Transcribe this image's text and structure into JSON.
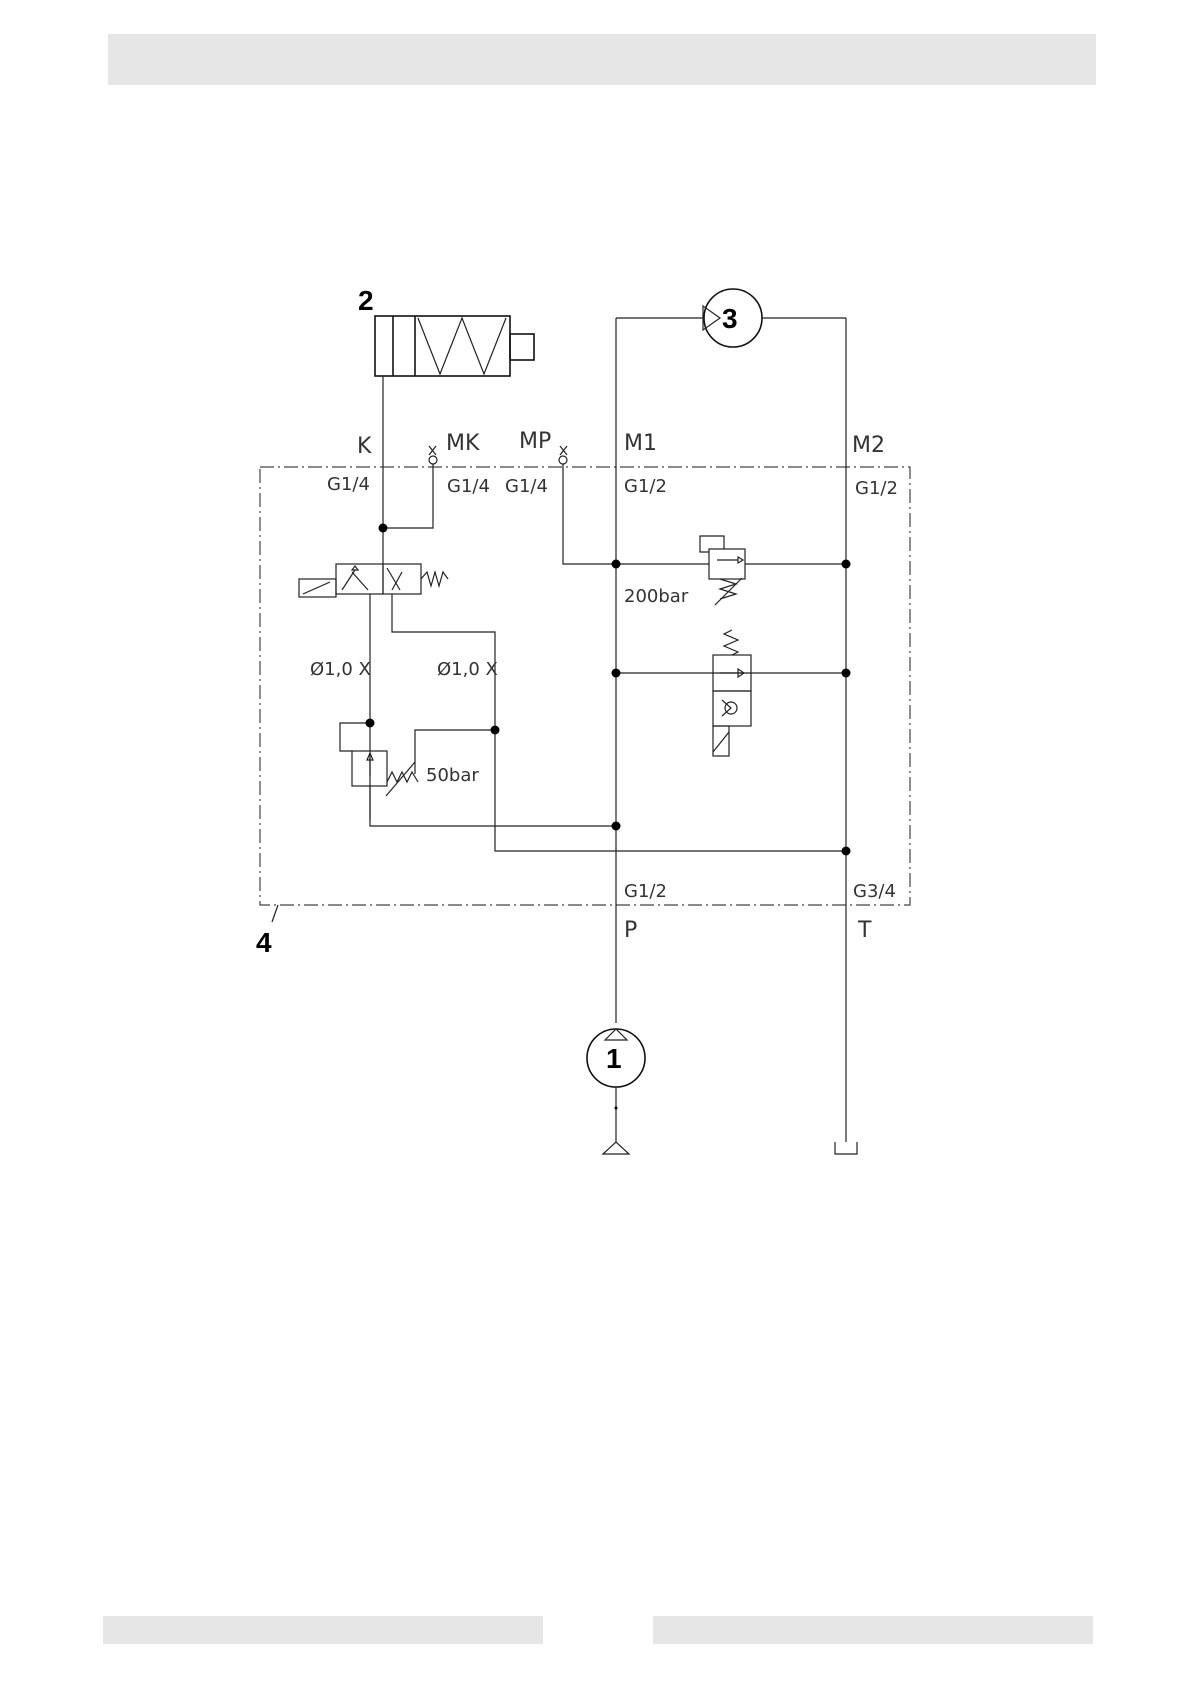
{
  "components": {
    "pump": "1",
    "cylinder": "2",
    "motor": "3",
    "block": "4"
  },
  "ports": {
    "k": "K",
    "mk": "MK",
    "mp": "MP",
    "m1": "M1",
    "m2": "M2",
    "p": "P",
    "t": "T"
  },
  "threads": {
    "k": "G1/4",
    "mk": "G1/4",
    "mp": "G1/4",
    "m1": "G1/2",
    "m2": "G1/2",
    "p": "G1/2",
    "t": "G3/4"
  },
  "orifices": {
    "left": "Ø1,0 X",
    "right": "Ø1,0 X"
  },
  "pressures": {
    "relief_main": "200bar",
    "reducing": "50bar"
  }
}
